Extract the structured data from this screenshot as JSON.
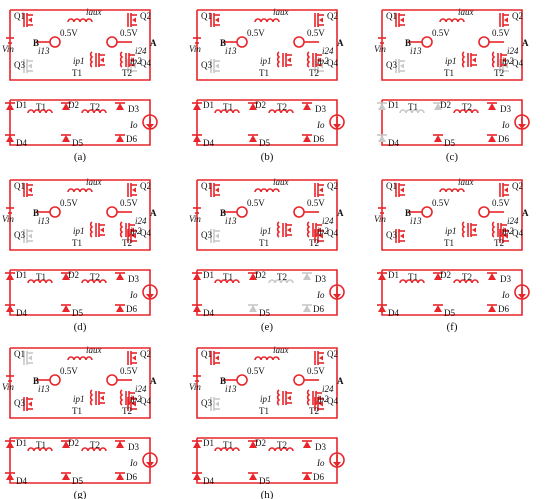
{
  "colors": {
    "active": "#e8252a",
    "inactive": "#c8c8c8",
    "text": "#111111"
  },
  "labels": {
    "q1": "Q1",
    "q2": "Q2",
    "q3": "Q3",
    "q4": "Q4",
    "vin": "Vin",
    "b": "B",
    "a": "A",
    "iaux": "iaux",
    "vhalf": "0.5V",
    "vhalf_b": "0.5V",
    "i13": "i13",
    "i24": "i24",
    "ip1": "ip1",
    "ip2": "ip2",
    "t1": "T1",
    "t2": "T2",
    "d1": "D1",
    "d2": "D2",
    "d3": "D3",
    "d4": "D4",
    "d5": "D5",
    "d6": "D6",
    "io": "Io"
  },
  "panels": [
    {
      "caption": "(a)"
    },
    {
      "caption": "(b)"
    },
    {
      "caption": "(c)"
    },
    {
      "caption": "(d)"
    },
    {
      "caption": "(e)"
    },
    {
      "caption": "(f)"
    },
    {
      "caption": "(g)"
    },
    {
      "caption": "(h)"
    }
  ]
}
